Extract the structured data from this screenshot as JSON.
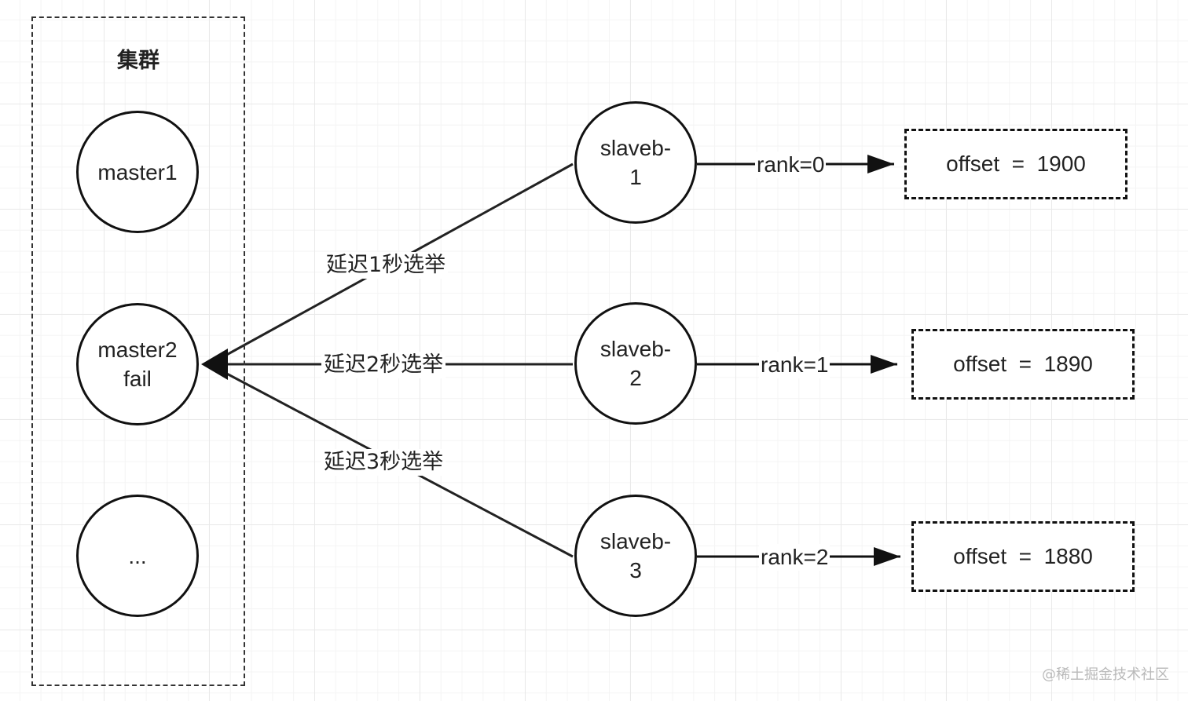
{
  "cluster": {
    "title": "集群",
    "nodes": [
      {
        "label": "master1"
      },
      {
        "label": "master2\nfail"
      },
      {
        "label": "..."
      }
    ]
  },
  "slaves": [
    {
      "label": "slaveb-\n1",
      "rank_label": "rank=0",
      "offset_label": "offset  =  1900",
      "election_label": "延迟1秒选举"
    },
    {
      "label": "slaveb-\n2",
      "rank_label": "rank=1",
      "offset_label": "offset  =  1890",
      "election_label": "延迟2秒选举"
    },
    {
      "label": "slaveb-\n3",
      "rank_label": "rank=2",
      "offset_label": "offset  =  1880",
      "election_label": "延迟3秒选举"
    }
  ],
  "watermark": "@稀土掘金技术社区",
  "colors": {
    "line": "#222222",
    "border": "#111111",
    "grid": "#e9e9e9"
  }
}
